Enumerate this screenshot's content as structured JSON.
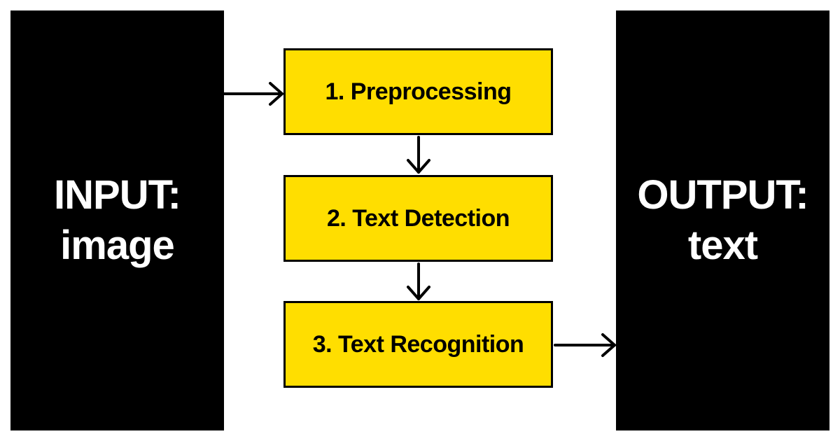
{
  "input": {
    "line1": "INPUT:",
    "line2": "image"
  },
  "output": {
    "line1": "OUTPUT:",
    "line2": "text"
  },
  "steps": [
    {
      "label": "1. Preprocessing"
    },
    {
      "label": "2. Text Detection"
    },
    {
      "label": "3. Text Recognition"
    }
  ],
  "colors": {
    "panel": "#000000",
    "step_fill": "#ffde00",
    "text_light": "#ffffff",
    "text_dark": "#000000"
  }
}
